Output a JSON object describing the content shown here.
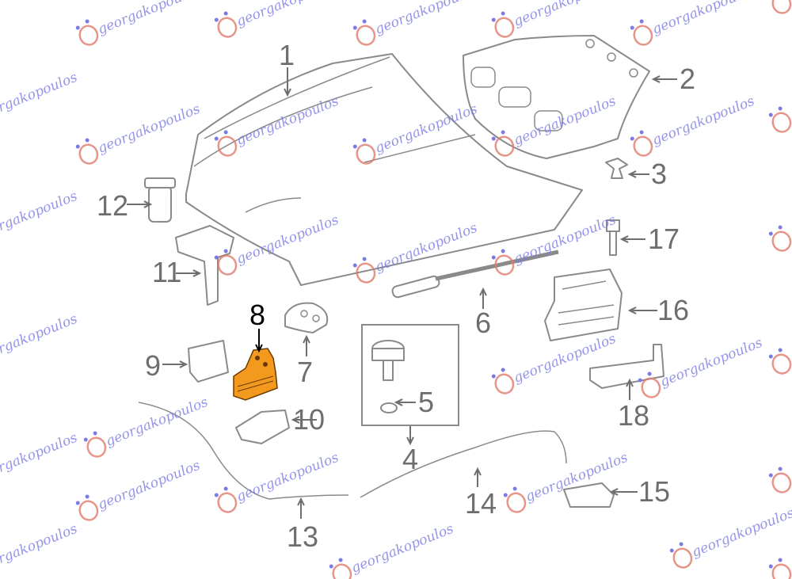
{
  "diagram": {
    "title": "Hood parts diagram",
    "highlight_color": "#f39a1e",
    "highlighted_part": "8",
    "labels": [
      "1",
      "2",
      "3",
      "4",
      "5",
      "6",
      "7",
      "8",
      "9",
      "10",
      "11",
      "12",
      "13",
      "14",
      "15",
      "16",
      "17",
      "18"
    ]
  },
  "watermark": {
    "text": "georgakopoulos",
    "text_color": "#7b7be6",
    "logo_color": "#e07a6a"
  }
}
